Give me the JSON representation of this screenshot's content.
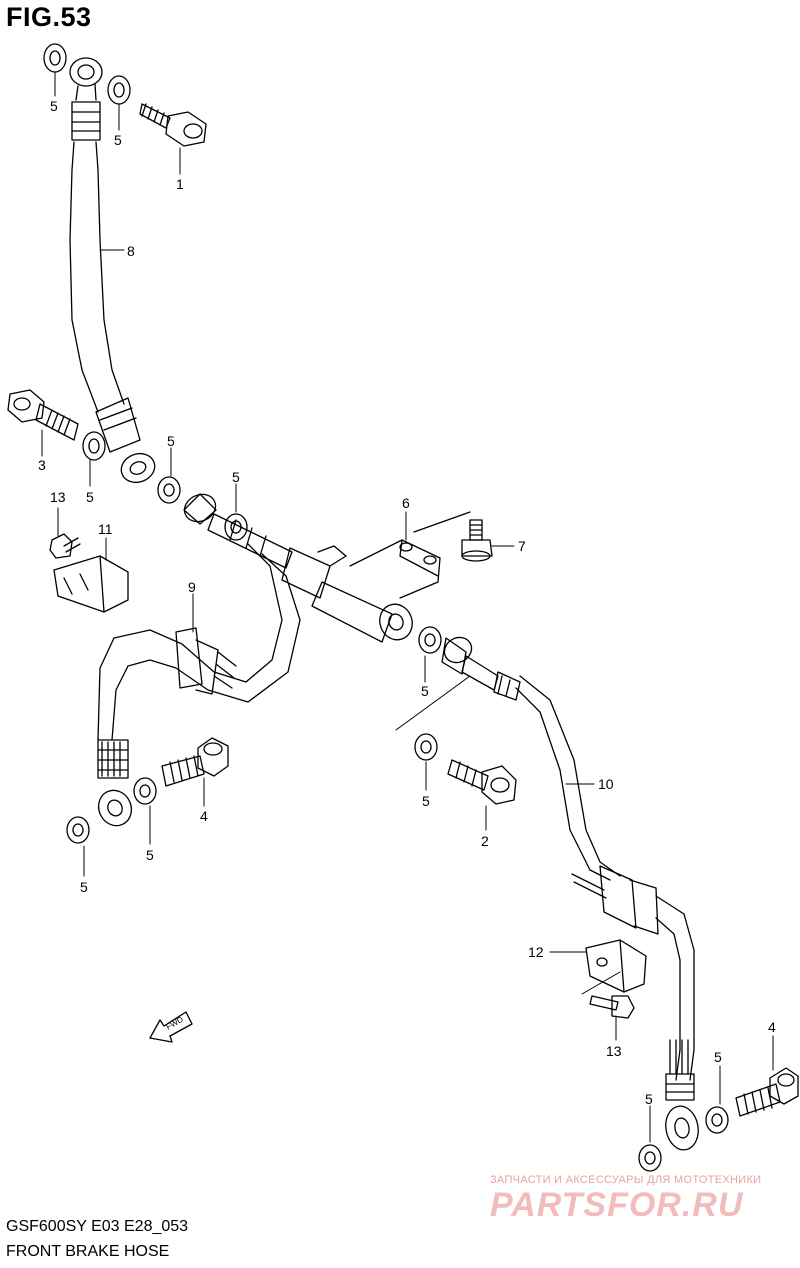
{
  "figure": {
    "title": "FIG.53",
    "model_code": "GSF600SY E03 E28_053",
    "section_title": "FRONT BRAKE HOSE"
  },
  "callouts": [
    "1",
    "2",
    "3",
    "4",
    "4",
    "5",
    "5",
    "5",
    "5",
    "5",
    "5",
    "5",
    "5",
    "5",
    "5",
    "5",
    "6",
    "7",
    "8",
    "9",
    "10",
    "11",
    "12",
    "13",
    "13"
  ],
  "direction_marker": "FWD",
  "watermark": {
    "caption": "ЗАПЧАСТИ И АКСЕССУАРЫ ДЛЯ МОТОТЕХНИКИ",
    "logo": "PARTSFOR.RU"
  },
  "colors": {
    "line": "#000000",
    "watermark": "#f2bcbc"
  }
}
